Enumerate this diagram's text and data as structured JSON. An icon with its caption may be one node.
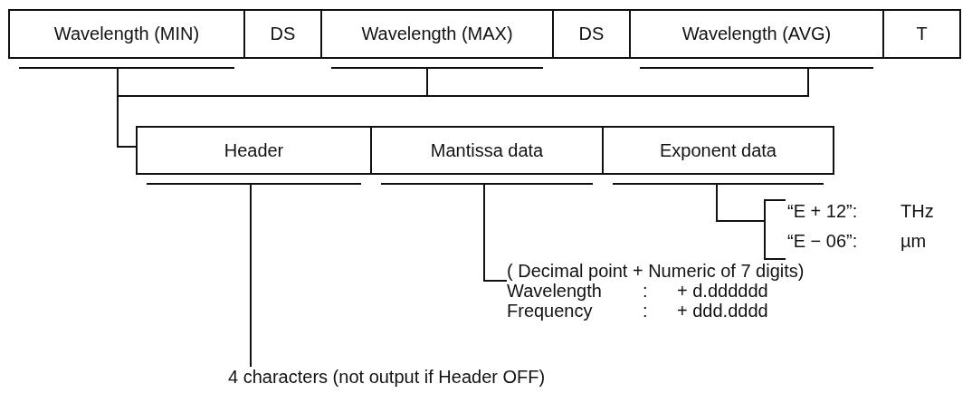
{
  "diagram": {
    "nodes": [
      {
        "text": [
          "Wavelength (MIN)"
        ]
      },
      {
        "text": [
          "DS"
        ]
      },
      {
        "text": [
          "Wavelength (MAX)"
        ]
      },
      {
        "text": [
          "DS"
        ]
      },
      {
        "text": [
          "Wavelength (AVG)"
        ]
      },
      {
        "text": [
          "T"
        ]
      },
      {
        "text": [],
        "shape": "box"
      },
      {
        "text": [
          "Header"
        ],
        "in": 6
      },
      {
        "text": [
          "Mantissa data"
        ],
        "in": 6
      },
      {
        "text": [
          "Exponent data"
        ],
        "in": 6
      },
      {
        "text": [
          "“E + 12”:",
          "THz",
          "“E − 06”:",
          "µm"
        ]
      },
      {
        "text": [
          "( Decimal point + Numeric of 7 digits)",
          "Wavelength",
          ":",
          "+ d.dddddd",
          "Frequency",
          ":",
          "+ ddd.dddd"
        ]
      },
      {
        "text": [
          "4 characters (not output if Header OFF)"
        ]
      }
    ],
    "edges": [
      {
        "from": 0,
        "to": 6,
        "arrow": "none"
      },
      {
        "from": 2,
        "to": 6,
        "arrow": "none"
      },
      {
        "from": 4,
        "to": 6,
        "arrow": "none"
      },
      {
        "from": 9,
        "to": 10,
        "arrow": "none"
      },
      {
        "from": 8,
        "to": 11,
        "arrow": "none"
      },
      {
        "from": 7,
        "to": 12,
        "arrow": "none"
      }
    ]
  }
}
